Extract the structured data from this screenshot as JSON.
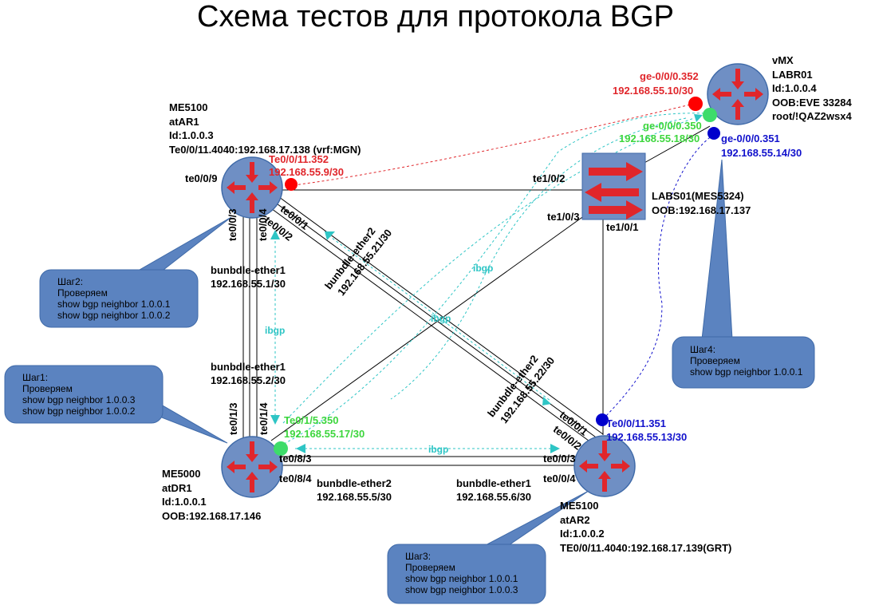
{
  "title": "Схема тестов для протокола BGP",
  "devices": {
    "atAR1": {
      "lines": [
        "ME5100",
        "atAR1",
        "Id:1.0.0.3",
        "Te0/0/11.4040:192.168.17.138 (vrf:MGN)"
      ]
    },
    "atDR1": {
      "lines": [
        "ME5000",
        "atDR1",
        "Id:1.0.0.1",
        "OOB:192.168.17.146"
      ]
    },
    "atAR2": {
      "lines": [
        "ME5100",
        "atAR2",
        "Id:1.0.0.2",
        "TE0/0/11.4040:192.168.17.139(GRT)"
      ]
    },
    "vmx": {
      "lines": [
        "vMX",
        "LABR01",
        "Id:1.0.0.4",
        "OOB:EVE 33284",
        "root/!QAZ2wsx4"
      ]
    },
    "switch": {
      "lines": [
        "LABS01(MES5324)",
        "OOB:192.168.17.137"
      ]
    }
  },
  "ports": {
    "ar1_te009": "te0/0/9",
    "ar1_te003": "te0/0/3",
    "ar1_te004": "te0/0/4",
    "ar1_te002": "te0/0/2",
    "ar1_te001": "te0/0/1",
    "ar1_sub_name": "Te0/0/11.352",
    "ar1_sub_ip": "192.168.55.9/30",
    "vmx_352_name": "ge-0/0/0.352",
    "vmx_352_ip": "192.168.55.10/30",
    "vmx_350_name": "ge-0/0/0.350",
    "vmx_350_ip": "192.168.55.18/30",
    "vmx_351_name": "ge-0/0/0.351",
    "vmx_351_ip": "192.168.55.14/30",
    "sw_te102": "te1/0/2",
    "sw_te103": "te1/0/3",
    "sw_te101": "te1/0/1",
    "dr1_te113": "te0/1/3",
    "dr1_te114": "te0/1/4",
    "dr1_te083": "te0/8/3",
    "dr1_te084": "te0/8/4",
    "dr1_sub_name": "Te0/1/5.350",
    "dr1_sub_ip": "192.168.55.17/30",
    "ar2_te001": "te0/0/1",
    "ar2_te002": "te0/0/2",
    "ar2_te003": "te0/0/3",
    "ar2_te004": "te0/0/4",
    "ar2_sub_name": "Te0/0/11.351",
    "ar2_sub_ip": "192.168.55.13/30"
  },
  "links": {
    "ar1_be1_name": "bunbdle-ether1",
    "ar1_be1_ip": "192.168.55.1/30",
    "dr1_be1_name": "bunbdle-ether1",
    "dr1_be1_ip": "192.168.55.2/30",
    "ar1_be2_name": "bunbdle-ether2",
    "ar1_be2_ip": "192.168.55.21/30",
    "ar2_be2_name": "bunbdle-ether2",
    "ar2_be2_ip": "192.168.55.22/30",
    "dr1_be2_name": "bunbdle-ether2",
    "dr1_be2_ip": "192.168.55.5/30",
    "ar2_be1_name": "bunbdle-ether1",
    "ar2_be1_ip": "192.168.55.6/30"
  },
  "ibgp_labels": [
    "ibgp",
    "ibgp",
    "ibgp",
    "ibgp"
  ],
  "callouts": {
    "step1": {
      "lines": [
        "Шаг1:",
        "Проверяем",
        "show bgp neighbor 1.0.0.3",
        "show bgp neighbor 1.0.0.2"
      ]
    },
    "step2": {
      "lines": [
        "Шаг2:",
        "Проверяем",
        "show bgp neighbor 1.0.0.1",
        "show bgp neighbor 1.0.0.2"
      ]
    },
    "step3": {
      "lines": [
        "Шаг3:",
        "Проверяем",
        "show bgp neighbor 1.0.0.1",
        "show bgp neighbor 1.0.0.3"
      ]
    },
    "step4": {
      "lines": [
        "Шаг4:",
        "Проверяем",
        "show bgp neighbor 1.0.0.1"
      ]
    }
  },
  "colors": {
    "router_fill": "#6f8fc4",
    "router_arrow": "#e0262b",
    "callout_fill": "#5b83c0",
    "ibgp": "#2ec5c5",
    "red": "#e0262b",
    "green": "#3dd63d",
    "blue": "#1111cc"
  }
}
